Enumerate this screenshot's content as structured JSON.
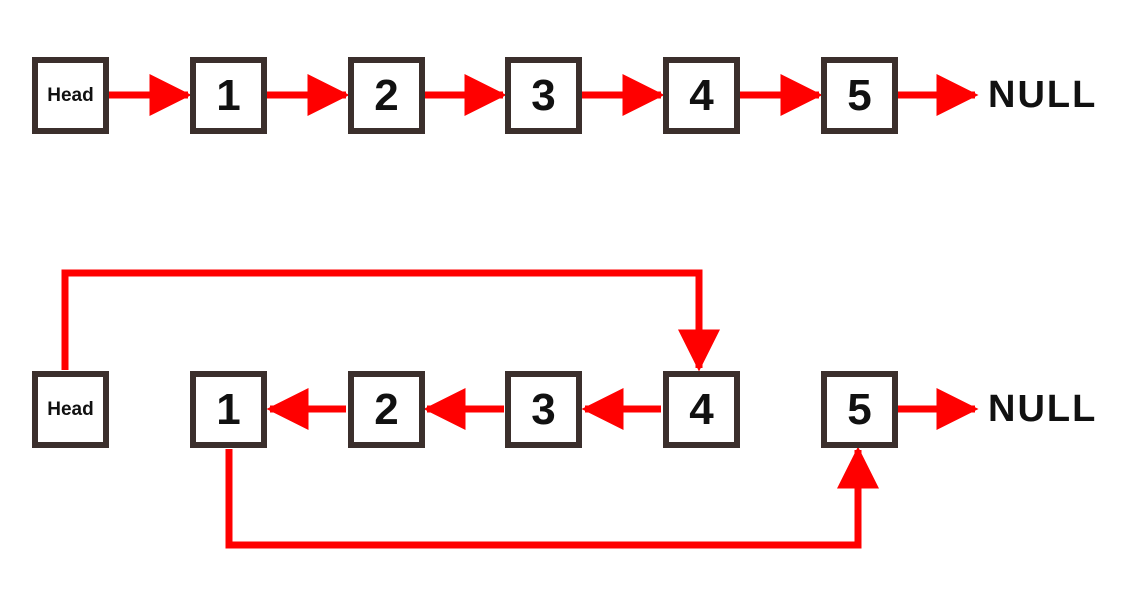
{
  "colors": {
    "arrow": "#ff0000",
    "node_border": "#3b2f2c",
    "text": "#111111"
  },
  "original_list": {
    "head_label": "Head",
    "nodes": [
      "1",
      "2",
      "3",
      "4",
      "5"
    ],
    "terminator": "NULL"
  },
  "reversed_list": {
    "head_label": "Head",
    "nodes": [
      "1",
      "2",
      "3",
      "4",
      "5"
    ],
    "terminator": "NULL"
  }
}
